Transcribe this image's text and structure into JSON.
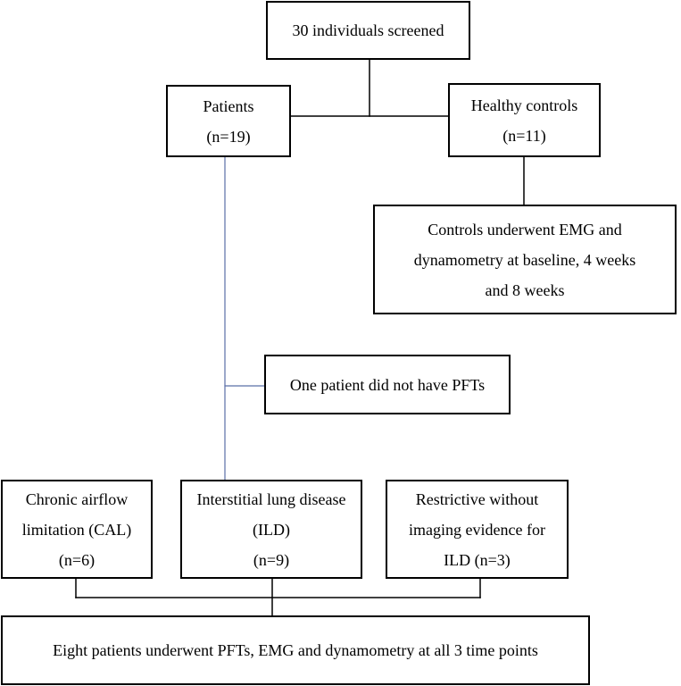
{
  "flowchart": {
    "screened": {
      "line1": "30 individuals screened"
    },
    "patients": {
      "line1": "Patients",
      "line2": "(n=19)"
    },
    "controls": {
      "line1": "Healthy controls",
      "line2": "(n=11)"
    },
    "controls_testing": {
      "line1": "Controls underwent EMG and",
      "line2": "dynamometry at baseline, 4 weeks",
      "line3": "and 8 weeks"
    },
    "no_pft": {
      "line1": "One patient did not have PFTs"
    },
    "cal": {
      "line1": "Chronic airflow",
      "line2": "limitation (CAL)",
      "line3": "(n=6)"
    },
    "ild": {
      "line1": "Interstitial lung disease",
      "line2": "(ILD)",
      "line3": "(n=9)"
    },
    "restrictive": {
      "line1": "Restrictive without",
      "line2": "imaging evidence for",
      "line3": "ILD (n=3)"
    },
    "final": {
      "line1": "Eight patients underwent PFTs, EMG and dynamometry at all 3 time points"
    }
  },
  "colors": {
    "box_border": "#000000",
    "connector_black": "#000000",
    "connector_blue": "#5b6fa6"
  }
}
